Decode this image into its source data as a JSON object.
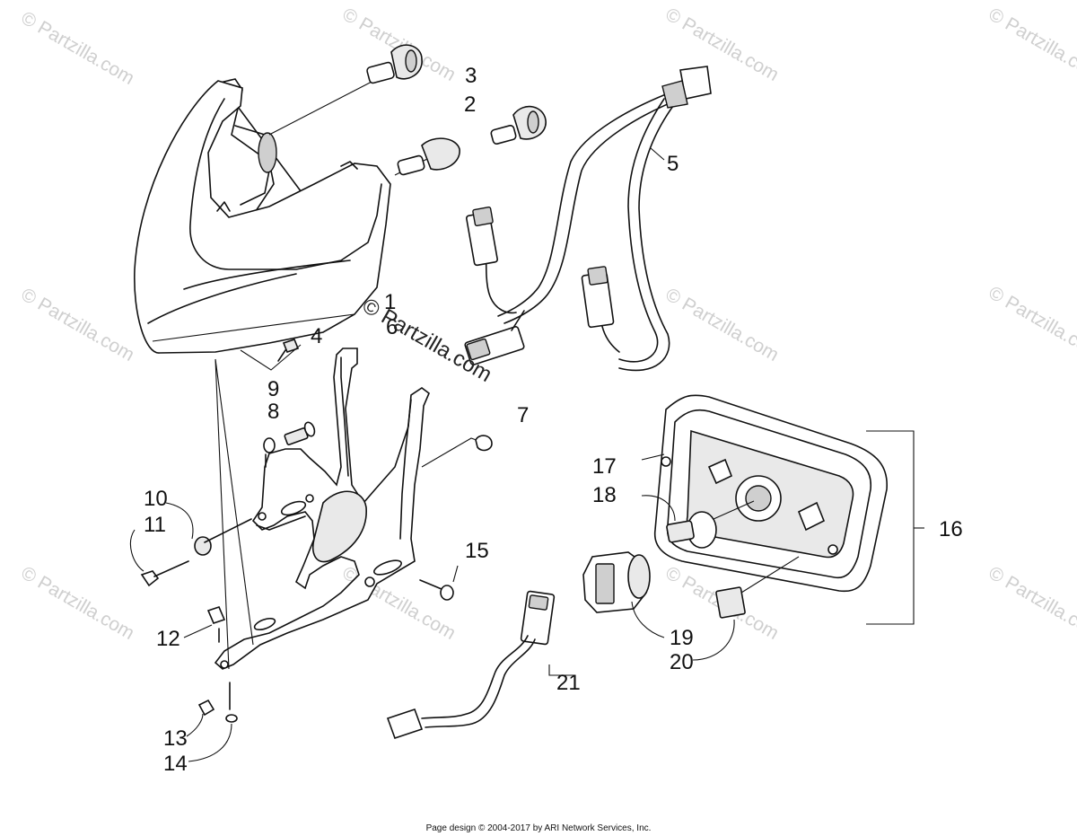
{
  "diagram": {
    "callouts": [
      {
        "id": "c1",
        "label": "1"
      },
      {
        "id": "c2",
        "label": "2"
      },
      {
        "id": "c3",
        "label": "3"
      },
      {
        "id": "c4",
        "label": "4"
      },
      {
        "id": "c5",
        "label": "5"
      },
      {
        "id": "c6",
        "label": "6"
      },
      {
        "id": "c7",
        "label": "7"
      },
      {
        "id": "c8",
        "label": "8"
      },
      {
        "id": "c9",
        "label": "9"
      },
      {
        "id": "c10",
        "label": "10"
      },
      {
        "id": "c11",
        "label": "11"
      },
      {
        "id": "c12",
        "label": "12"
      },
      {
        "id": "c13",
        "label": "13"
      },
      {
        "id": "c14",
        "label": "14"
      },
      {
        "id": "c15",
        "label": "15"
      },
      {
        "id": "c16",
        "label": "16"
      },
      {
        "id": "c17",
        "label": "17"
      },
      {
        "id": "c18",
        "label": "18"
      },
      {
        "id": "c19",
        "label": "19"
      },
      {
        "id": "c20",
        "label": "20"
      },
      {
        "id": "c21",
        "label": "21"
      }
    ],
    "watermark": {
      "center_text": "© Partzilla.com",
      "tile_text": "© Partzilla.com"
    }
  },
  "footer": {
    "text": "Page design © 2004-2017 by ARI Network Services, Inc."
  }
}
